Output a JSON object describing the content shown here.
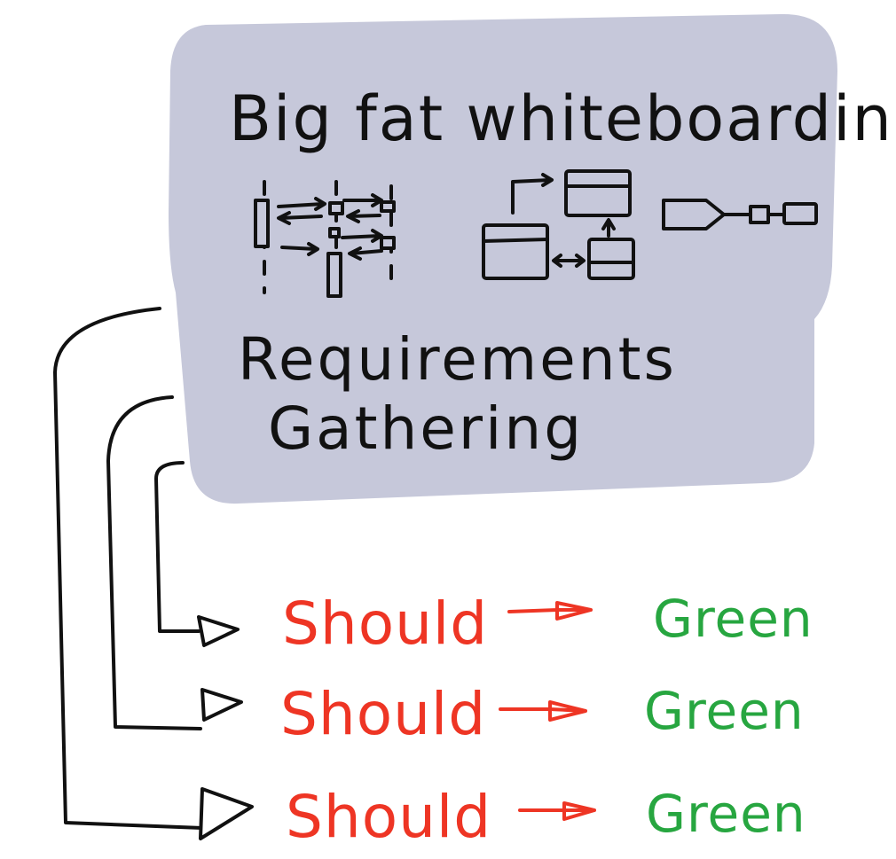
{
  "board": {
    "title": "Big fat whiteboarding",
    "subtitle_line1": "Requirements",
    "subtitle_line2": "Gathering"
  },
  "flows": [
    {
      "from": "Should",
      "to": "Green"
    },
    {
      "from": "Should",
      "to": "Green"
    },
    {
      "from": "Should",
      "to": "Green"
    }
  ],
  "colors": {
    "board_fill": "#c6c8da",
    "ink": "#111111",
    "should": "#ee3524",
    "green": "#27a640"
  }
}
